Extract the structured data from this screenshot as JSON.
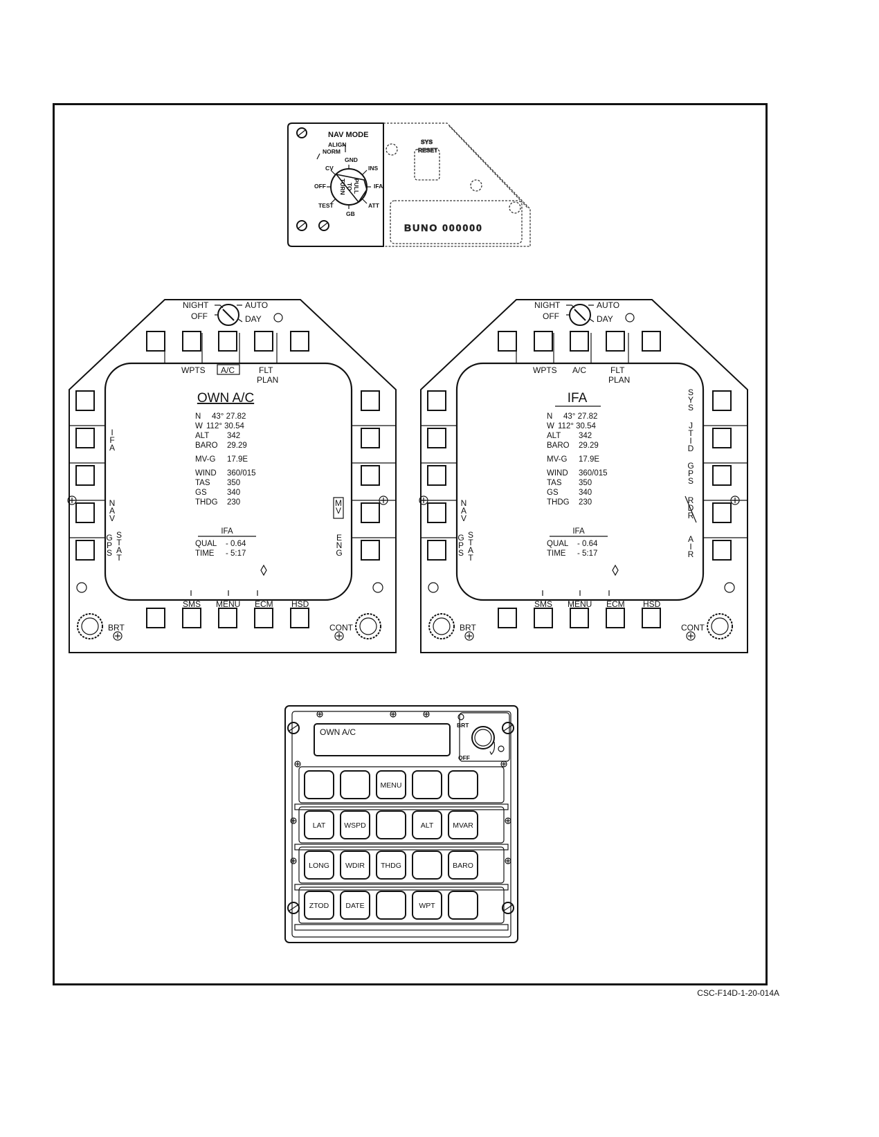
{
  "nav_mode_panel": {
    "title": "NAV MODE",
    "positions": [
      "ALIGN",
      "NORM",
      "GND",
      "CV",
      "INS",
      "OFF",
      "IFA",
      "TEST",
      "ATT",
      "GB"
    ],
    "knob_text": [
      "PULL",
      "TO",
      "TURN"
    ],
    "outline_text_1": "SYS",
    "outline_text_2": "RESET",
    "placard_text": "BUNO 000000"
  },
  "left_mfd": {
    "mode_knob": {
      "night": "NIGHT",
      "off": "OFF",
      "auto": "AUTO",
      "day": "DAY"
    },
    "top_labels": {
      "wpts": "WPTS",
      "ac": "A/C",
      "flt": "FLT",
      "plan": "PLAN"
    },
    "title": "OWN A/C",
    "left_side": [
      "IFA",
      "NAV",
      "GPS",
      "STAT"
    ],
    "right_side": [
      "MV",
      "ENG"
    ],
    "data_rows": [
      {
        "label": "N",
        "value": "43°  27.82"
      },
      {
        "label": "W",
        "value": "112°  30.54"
      },
      {
        "label": "ALT",
        "value": "342"
      },
      {
        "label": "BARO",
        "value": "29.29"
      },
      {
        "label": "MV-G",
        "value": "17.9E"
      },
      {
        "label": "WIND",
        "value": "360/015"
      },
      {
        "label": "TAS",
        "value": "350"
      },
      {
        "label": "GS",
        "value": "340"
      },
      {
        "label": "THDG",
        "value": "230"
      }
    ],
    "ifa": {
      "heading": "IFA",
      "qual_label": "QUAL",
      "qual_value": "-   0.64",
      "time_label": "TIME",
      "time_value": "-   5:17"
    },
    "bottom_labels": [
      "SMS",
      "MENU",
      "ECM",
      "HSD"
    ],
    "brt": "BRT",
    "cont": "CONT"
  },
  "right_mfd": {
    "mode_knob": {
      "night": "NIGHT",
      "off": "OFF",
      "auto": "AUTO",
      "day": "DAY"
    },
    "top_labels": {
      "wpts": "WPTS",
      "ac": "A/C",
      "flt": "FLT",
      "plan": "PLAN"
    },
    "title": "IFA",
    "left_side": [
      "NAV",
      "GPS",
      "STAT"
    ],
    "right_side": [
      "SYS",
      "JTID",
      "GPS",
      "RDR",
      "AIR"
    ],
    "data_rows": [
      {
        "label": "N",
        "value": "43°  27.82"
      },
      {
        "label": "W",
        "value": "112°  30.54"
      },
      {
        "label": "ALT",
        "value": "342"
      },
      {
        "label": "BARO",
        "value": "29.29"
      },
      {
        "label": "MV-G",
        "value": "17.9E"
      },
      {
        "label": "WIND",
        "value": "360/015"
      },
      {
        "label": "TAS",
        "value": "350"
      },
      {
        "label": "GS",
        "value": "340"
      },
      {
        "label": "THDG",
        "value": "230"
      }
    ],
    "ifa": {
      "heading": "IFA",
      "qual_label": "QUAL",
      "qual_value": "-   0.64",
      "time_label": "TIME",
      "time_value": "-   5:17"
    },
    "bottom_labels": [
      "SMS",
      "MENU",
      "ECM",
      "HSD"
    ],
    "brt": "BRT",
    "cont": "CONT"
  },
  "keypad": {
    "display_text": "OWN A/C",
    "brt": "BRT",
    "off": "OFF",
    "keys": [
      [
        "",
        "",
        "MENU",
        "",
        ""
      ],
      [
        "LAT",
        "WSPD",
        "",
        "ALT",
        "MVAR"
      ],
      [
        "LONG",
        "WDIR",
        "THDG",
        "",
        "BARO"
      ],
      [
        "ZTOD",
        "DATE",
        "",
        "WPT",
        ""
      ]
    ]
  },
  "caption": "CSC-F14D-1-20-014A"
}
